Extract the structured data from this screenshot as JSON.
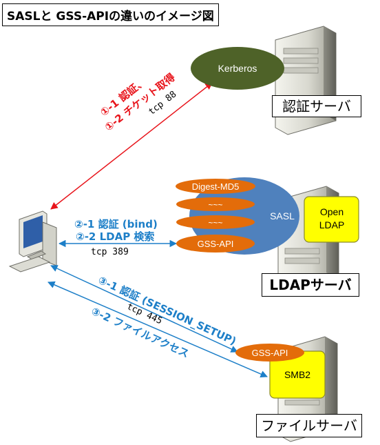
{
  "title": "SASLと GSS-APIの違いのイメージ図",
  "servers": {
    "auth": {
      "label": "認証サーバ"
    },
    "ldap": {
      "label": "LDAPサーバ"
    },
    "file": {
      "label": "ファイルサーバ"
    }
  },
  "nodes": {
    "kerberos": "Kerberos",
    "sasl": "SASL",
    "openldap_line1": "Open",
    "openldap_line2": "LDAP",
    "digest_md5": "Digest-MD5",
    "dots1": "~~~",
    "dots2": "~~~",
    "gss_api_ldap": "GSS-API",
    "gss_api_file": "GSS-API",
    "smb2": "SMB2"
  },
  "connections": {
    "kerberos": {
      "line1": "①-1 認証、",
      "line2": "①-2 チケット取得",
      "tcp": "tcp 88",
      "color": "#e8141b"
    },
    "ldap": {
      "line1": "②-1 認証 (bind)",
      "line2": "②-2 LDAP 検索",
      "tcp": "tcp 389",
      "color": "#1d7fc8"
    },
    "file": {
      "line1": "③-1 認証 (SESSION_SETUP)",
      "line2": "③-2 ファイルアクセス",
      "tcp": "tcp 445",
      "color": "#1d7fc8"
    }
  },
  "colors": {
    "kerberos_fill": "#4e6228",
    "sasl_fill": "#4f81bd",
    "mech_fill": "#e36c0a",
    "openldap_fill": "#ffff00",
    "arrow_red": "#e8141b",
    "arrow_blue": "#1d7fc8"
  }
}
